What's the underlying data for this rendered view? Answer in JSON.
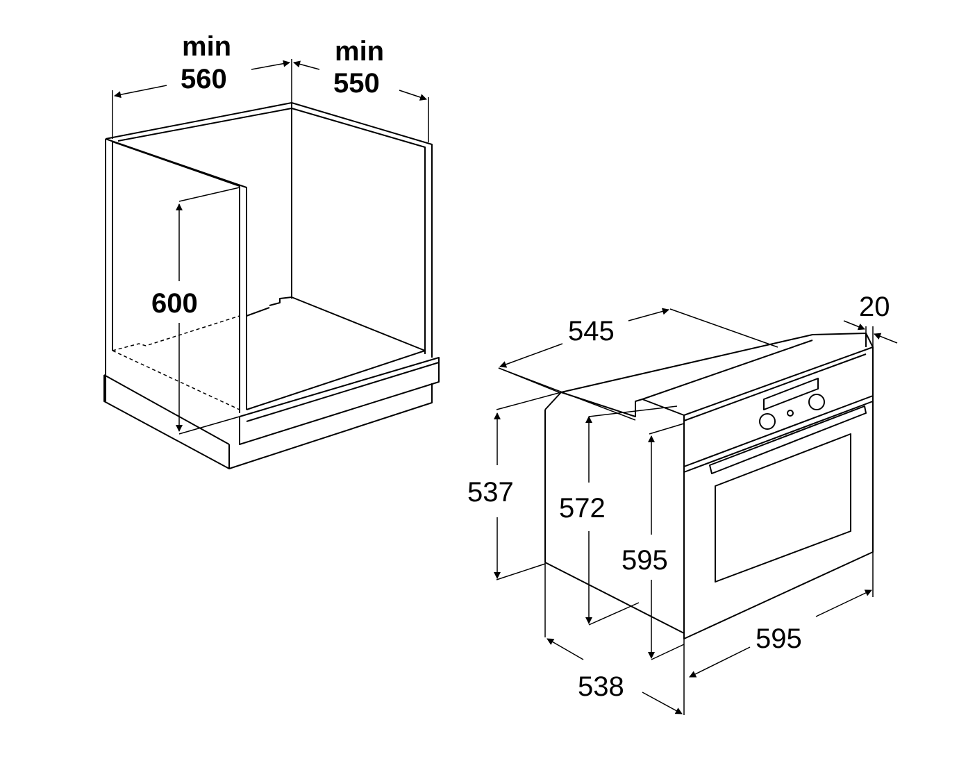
{
  "cabinet": {
    "width_label": {
      "prefix": "min",
      "value": "560"
    },
    "depth_label": {
      "prefix": "min",
      "value": "550"
    },
    "height_label": "600"
  },
  "oven": {
    "depth_top": "545",
    "front_thickness": "20",
    "body_height": "537",
    "inner_height": "572",
    "front_height": "595",
    "front_width": "595",
    "body_width": "538"
  }
}
